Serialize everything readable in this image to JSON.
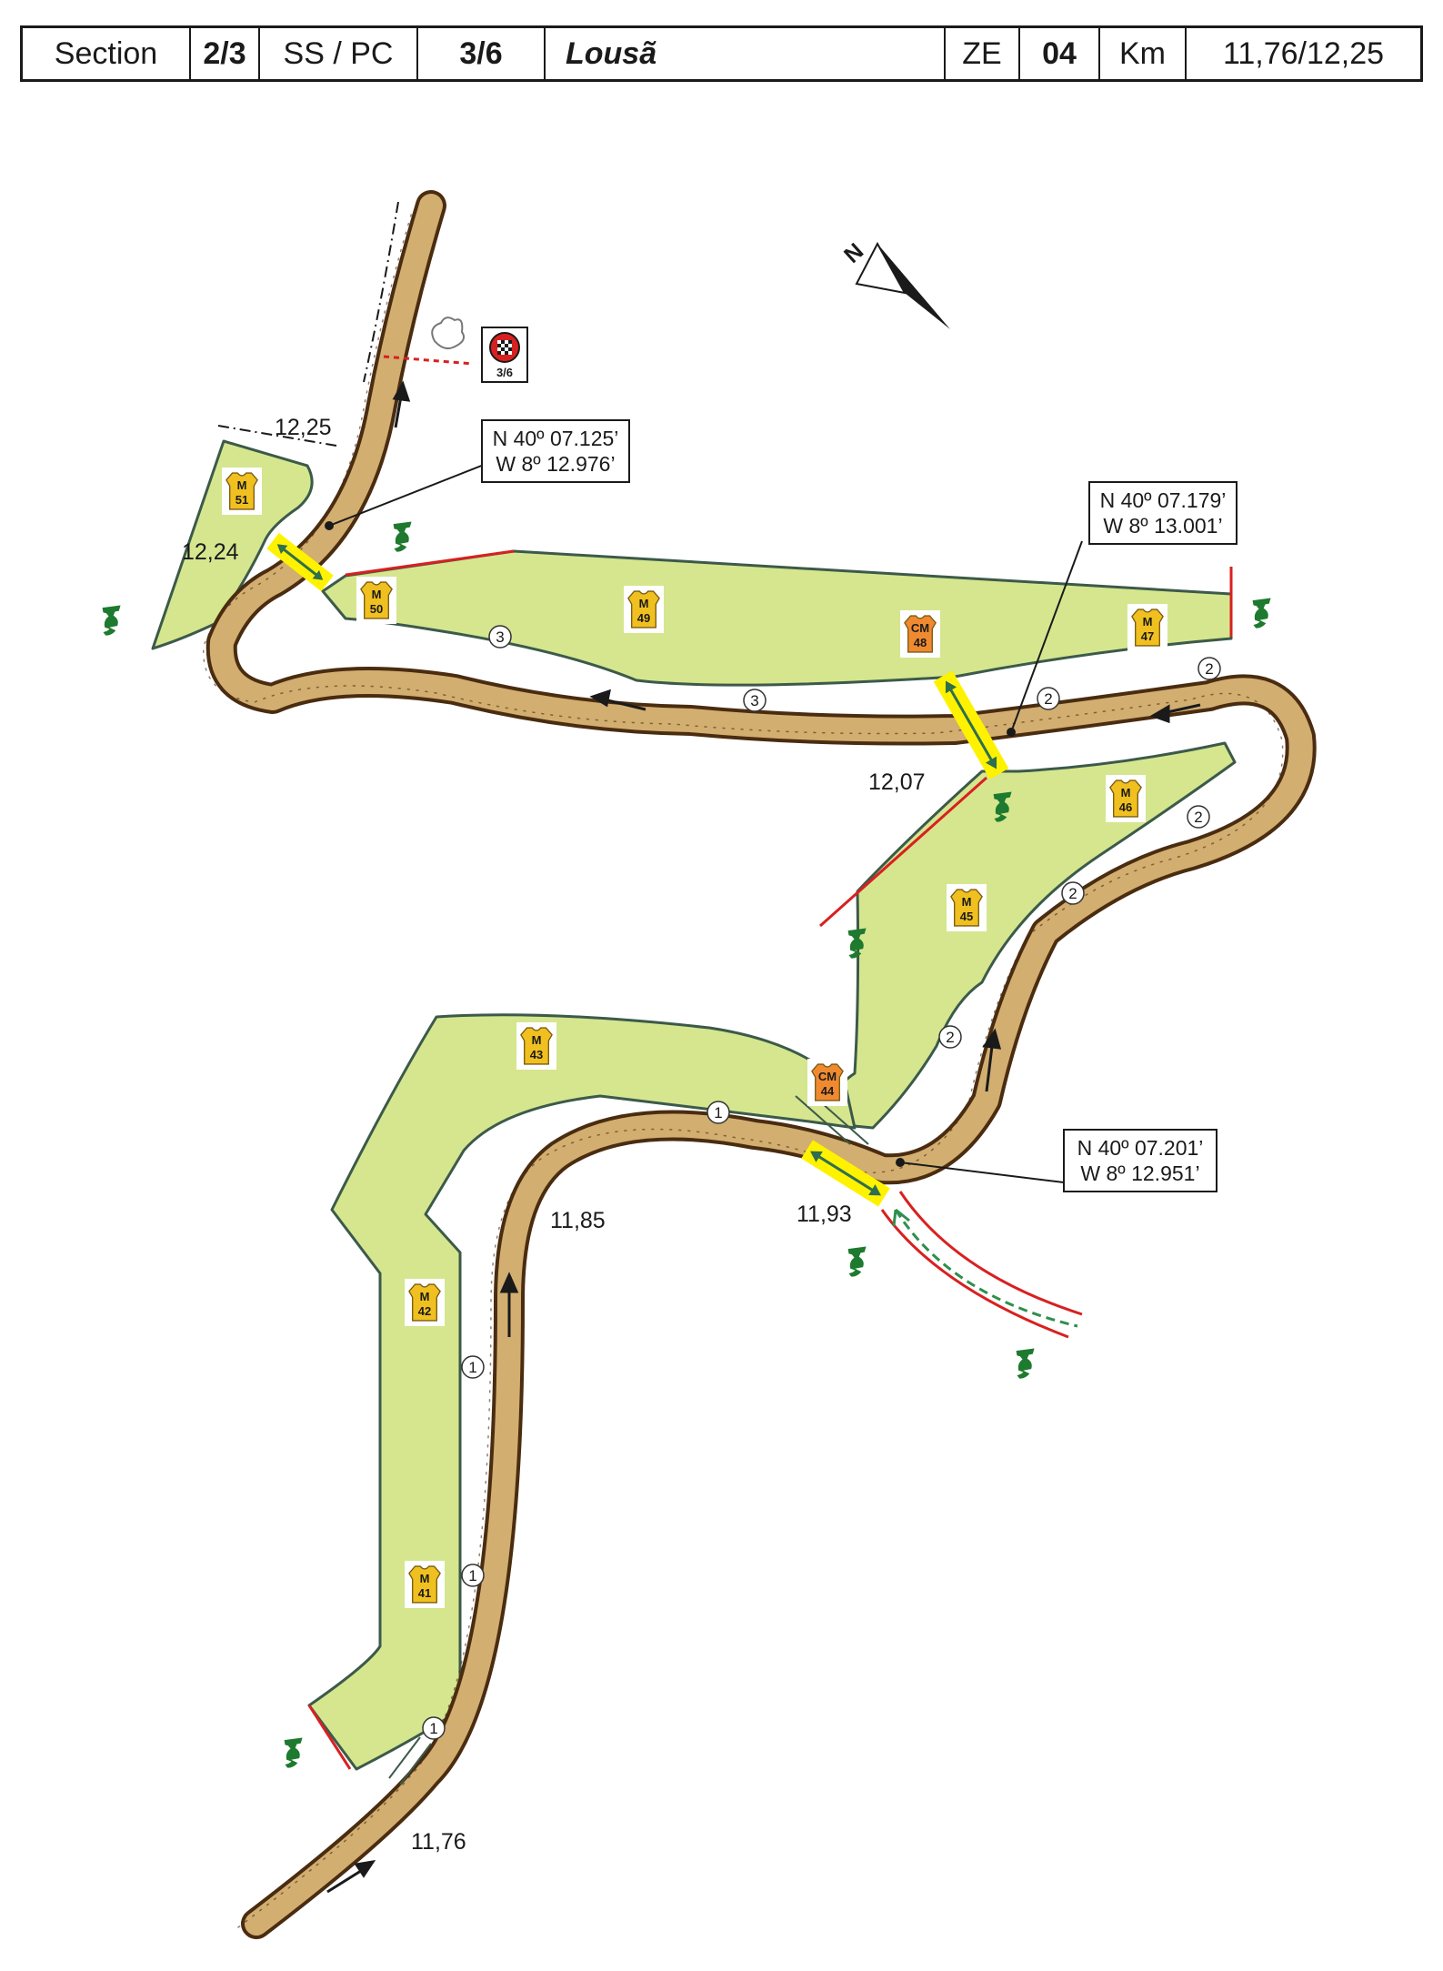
{
  "header": {
    "section_label": "Section",
    "section_value": "2/3",
    "sspc_label": "SS / PC",
    "sspc_value": "3/6",
    "stage_name": "Lousã",
    "ze_label": "ZE",
    "ze_value": "04",
    "km_label": "Km",
    "km_value": "11,76/12,25"
  },
  "colors": {
    "road": "#d2ae70",
    "road_edge": "#4a2c10",
    "spectator_zone": "#d5e68f",
    "zone_edge": "#3c5a4a",
    "marshal": "#f0c020",
    "chief_marshal": "#f08a30",
    "highlight": "#fff200",
    "restriction": "#d92020",
    "green_figure": "#1e7a2e",
    "crossing_arrow": "#2f8f4e"
  },
  "compass": {
    "label": "N"
  },
  "km_labels": [
    "12,25",
    "12,24",
    "12,07",
    "11,85",
    "11,93",
    "11,76"
  ],
  "gps": [
    {
      "lat": "N 40º 07.125’",
      "lon": "W 8º 12.976’"
    },
    {
      "lat": "N 40º 07.179’",
      "lon": "W 8º 13.001’"
    },
    {
      "lat": "N 40º 07.201’",
      "lon": "W 8º 12.951’"
    }
  ],
  "marshals": [
    {
      "prefix": "M",
      "num": "51",
      "chief": false
    },
    {
      "prefix": "M",
      "num": "50",
      "chief": false
    },
    {
      "prefix": "M",
      "num": "49",
      "chief": false
    },
    {
      "prefix": "CM",
      "num": "48",
      "chief": true
    },
    {
      "prefix": "M",
      "num": "47",
      "chief": false
    },
    {
      "prefix": "M",
      "num": "46",
      "chief": false
    },
    {
      "prefix": "M",
      "num": "45",
      "chief": false
    },
    {
      "prefix": "CM",
      "num": "44",
      "chief": true
    },
    {
      "prefix": "M",
      "num": "43",
      "chief": false
    },
    {
      "prefix": "M",
      "num": "42",
      "chief": false
    },
    {
      "prefix": "M",
      "num": "41",
      "chief": false
    }
  ],
  "zone_circles": [
    "3",
    "3",
    "2",
    "2",
    "2",
    "2",
    "2",
    "1",
    "1",
    "1",
    "1"
  ],
  "finish_sign": {
    "label": "3/6"
  }
}
